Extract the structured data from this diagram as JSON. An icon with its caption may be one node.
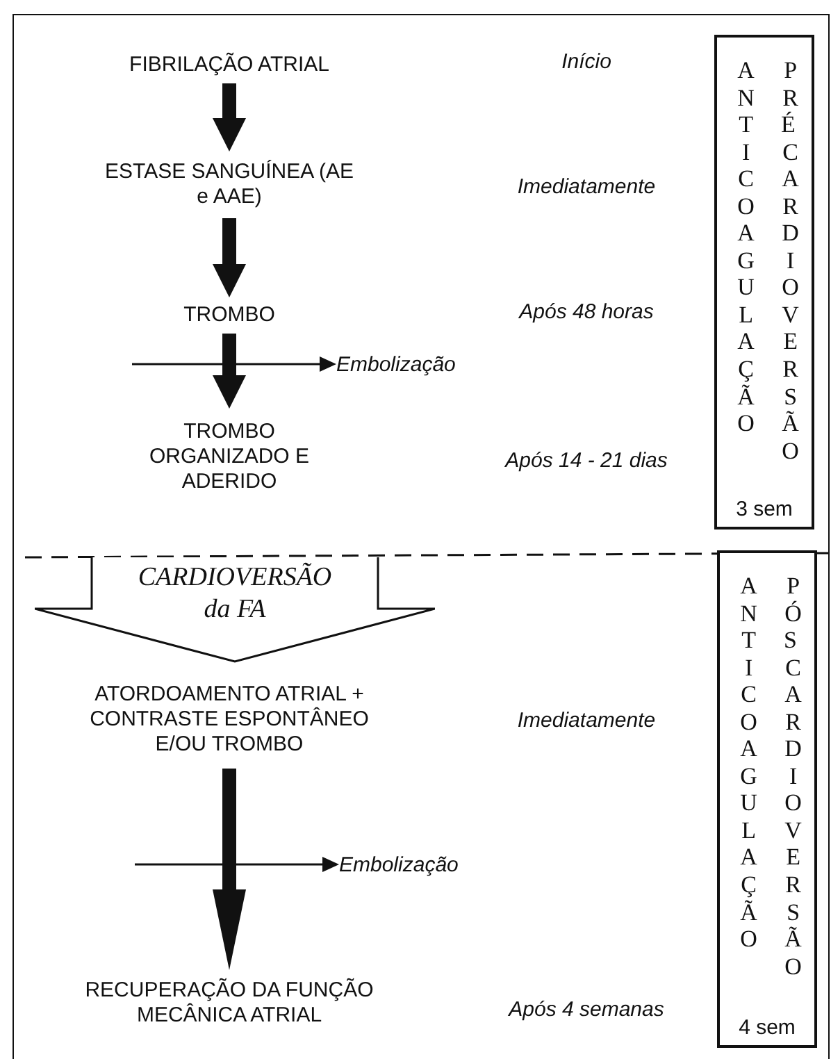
{
  "diagram": {
    "nodes": [
      {
        "text": [
          "FIBRILAÇÃO ATRIAL"
        ]
      },
      {
        "text": [
          "ESTASE SANGUÍNEA (AE e AAE)"
        ]
      },
      {
        "text": [
          "TROMBO"
        ]
      },
      {
        "text": [
          "TROMBO ORGANIZADO E ADERIDO"
        ]
      },
      {
        "text": [
          "Embolização"
        ]
      },
      {
        "text": [
          "CARDIOVERSÃO da FA"
        ]
      },
      {
        "text": [
          "ATORDOAMENTO ATRIAL + CONTRASTE ESPONTÂNEO E/OU TROMBO"
        ]
      },
      {
        "text": [
          "Embolização"
        ]
      },
      {
        "text": [
          "RECUPERAÇÃO DA FUNÇÃO MECÂNICA ATRIAL"
        ]
      },
      {
        "text": [
          "ANTICOAGULAÇÃO",
          "PRÉ CARDIOVERSÃO",
          "3 sem"
        ]
      },
      {
        "text": [
          "ANTICOAGULAÇÃO",
          "PÓS CARDIOVERSÃO",
          "4 sem"
        ]
      }
    ],
    "edges": [
      {
        "from": 0,
        "to": 1,
        "arrow": "to"
      },
      {
        "from": 1,
        "to": 2,
        "arrow": "to"
      },
      {
        "from": 2,
        "to": 3,
        "arrow": "to"
      },
      {
        "from": null,
        "to": 4,
        "arrow": "to"
      },
      {
        "from": 6,
        "to": 8,
        "arrow": "to"
      },
      {
        "from": null,
        "to": 7,
        "arrow": "to"
      }
    ],
    "labels": [
      "Início",
      "Imediatamente",
      "Após 48 horas",
      "Após 14 - 21 dias",
      "Imediatamente",
      "Após 4 semanas"
    ]
  }
}
